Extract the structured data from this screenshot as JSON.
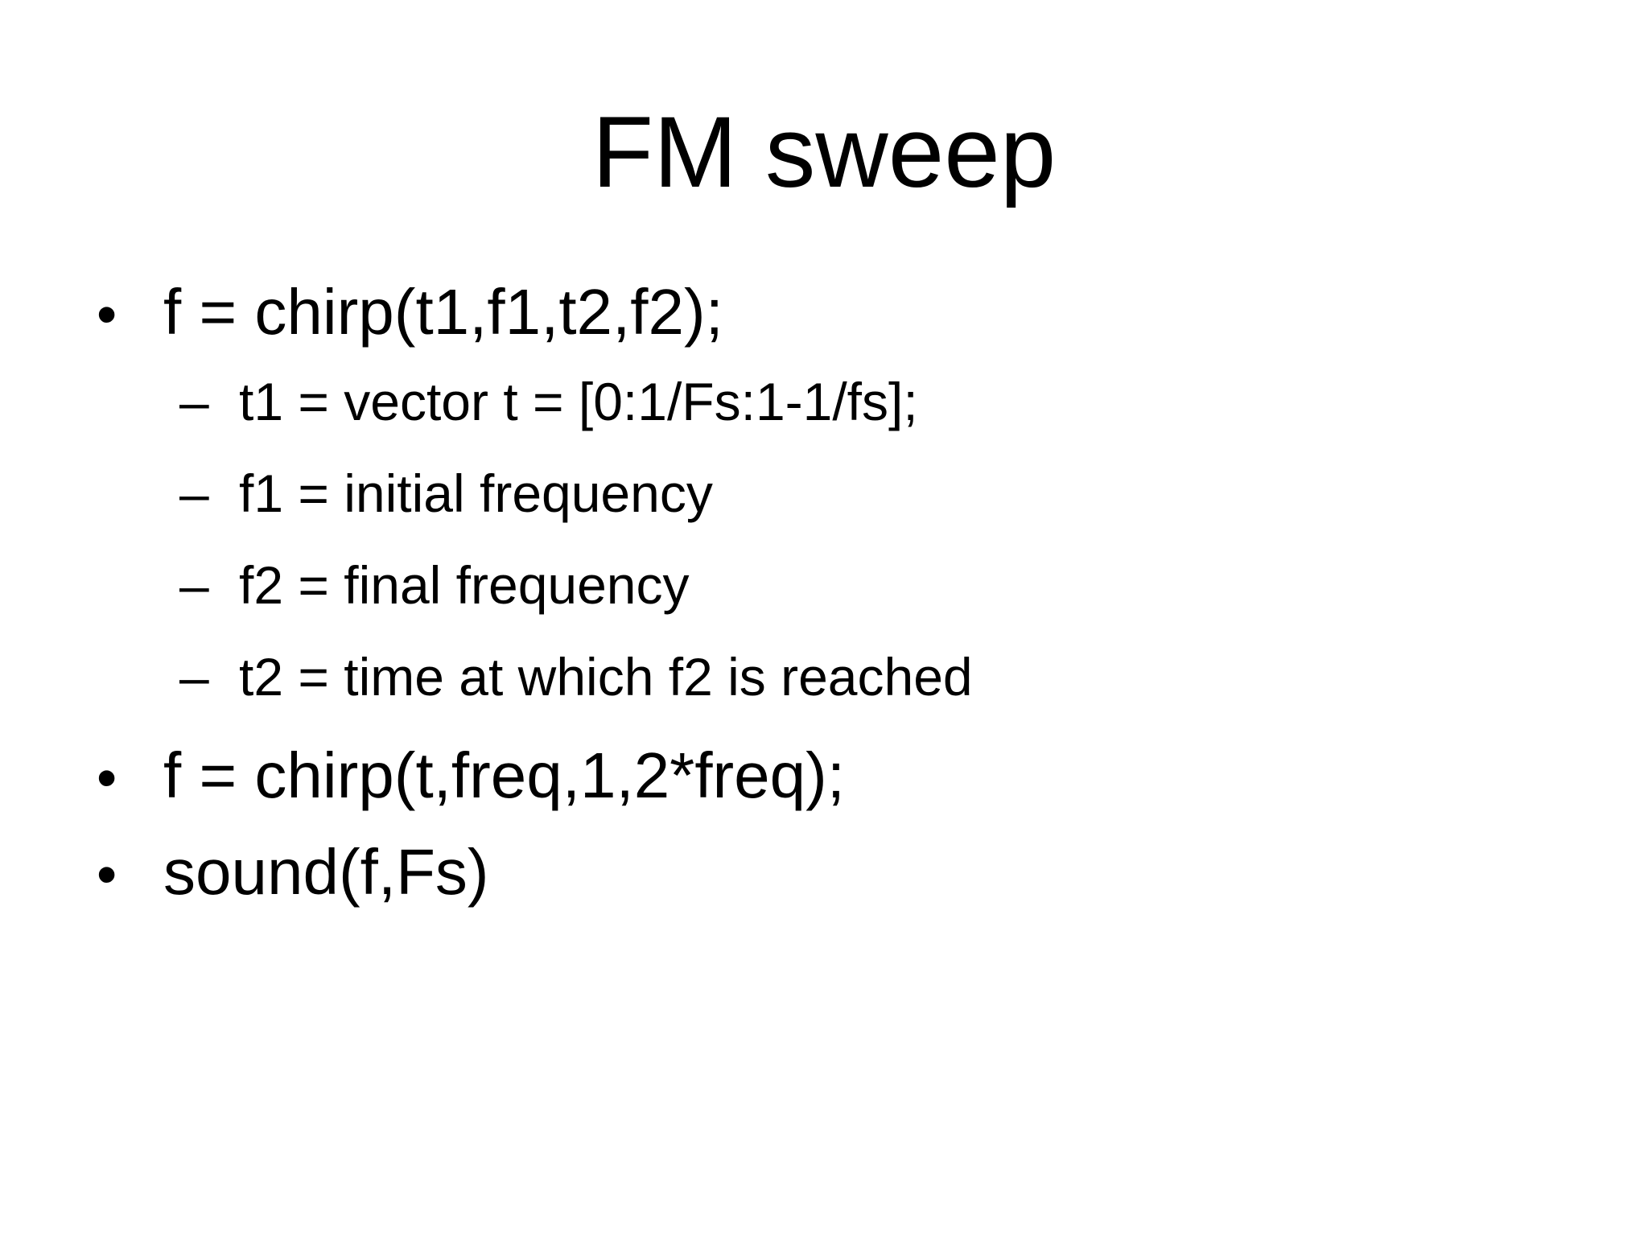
{
  "slide": {
    "title": "FM sweep",
    "colors": {
      "background": "#ffffff",
      "text": "#000000"
    },
    "markers": {
      "level1": "•",
      "level2": "–"
    },
    "bullets": [
      {
        "level": 1,
        "text": "f = chirp(t1,f1,t2,f2);"
      },
      {
        "level": 2,
        "text": "t1 = vector t = [0:1/Fs:1-1/fs];"
      },
      {
        "level": 2,
        "text": "f1 = initial frequency"
      },
      {
        "level": 2,
        "text": "f2 = final frequency"
      },
      {
        "level": 2,
        "text": "t2 = time at which f2 is reached"
      },
      {
        "level": 1,
        "text": "f = chirp(t,freq,1,2*freq);"
      },
      {
        "level": 1,
        "text": "sound(f,Fs)"
      }
    ]
  }
}
